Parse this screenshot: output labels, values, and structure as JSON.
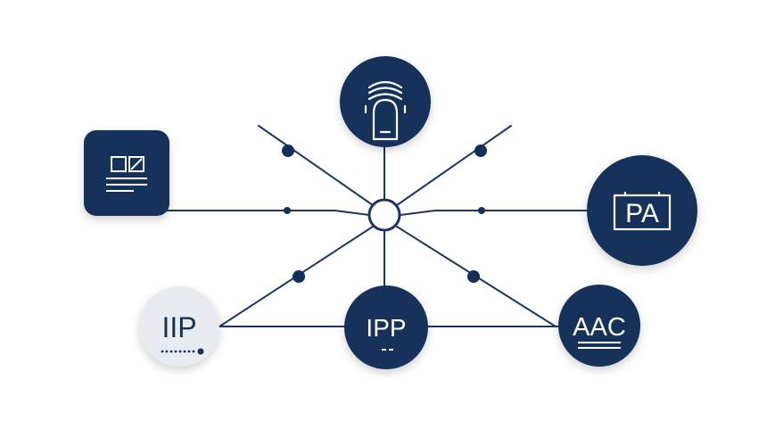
{
  "colors": {
    "navy": "#14305a",
    "light_node": "#e8ebef",
    "light_node_text": "#1b2f52",
    "line": "#1e3563",
    "background": "#ffffff"
  },
  "nodes": {
    "top": {
      "icon": "ear-headphones-icon"
    },
    "left_doc": {
      "icon": "document-form-icon"
    },
    "right": {
      "label": "PA",
      "icon": "battery-frame-icon"
    },
    "bottom_left": {
      "label": "IIP",
      "icon": "dotted-slider-icon"
    },
    "bottom_center": {
      "label": "IPP",
      "icon": "dash-marks-icon"
    },
    "bottom_right": {
      "label": "AAC",
      "icon": "double-underline-icon"
    }
  }
}
